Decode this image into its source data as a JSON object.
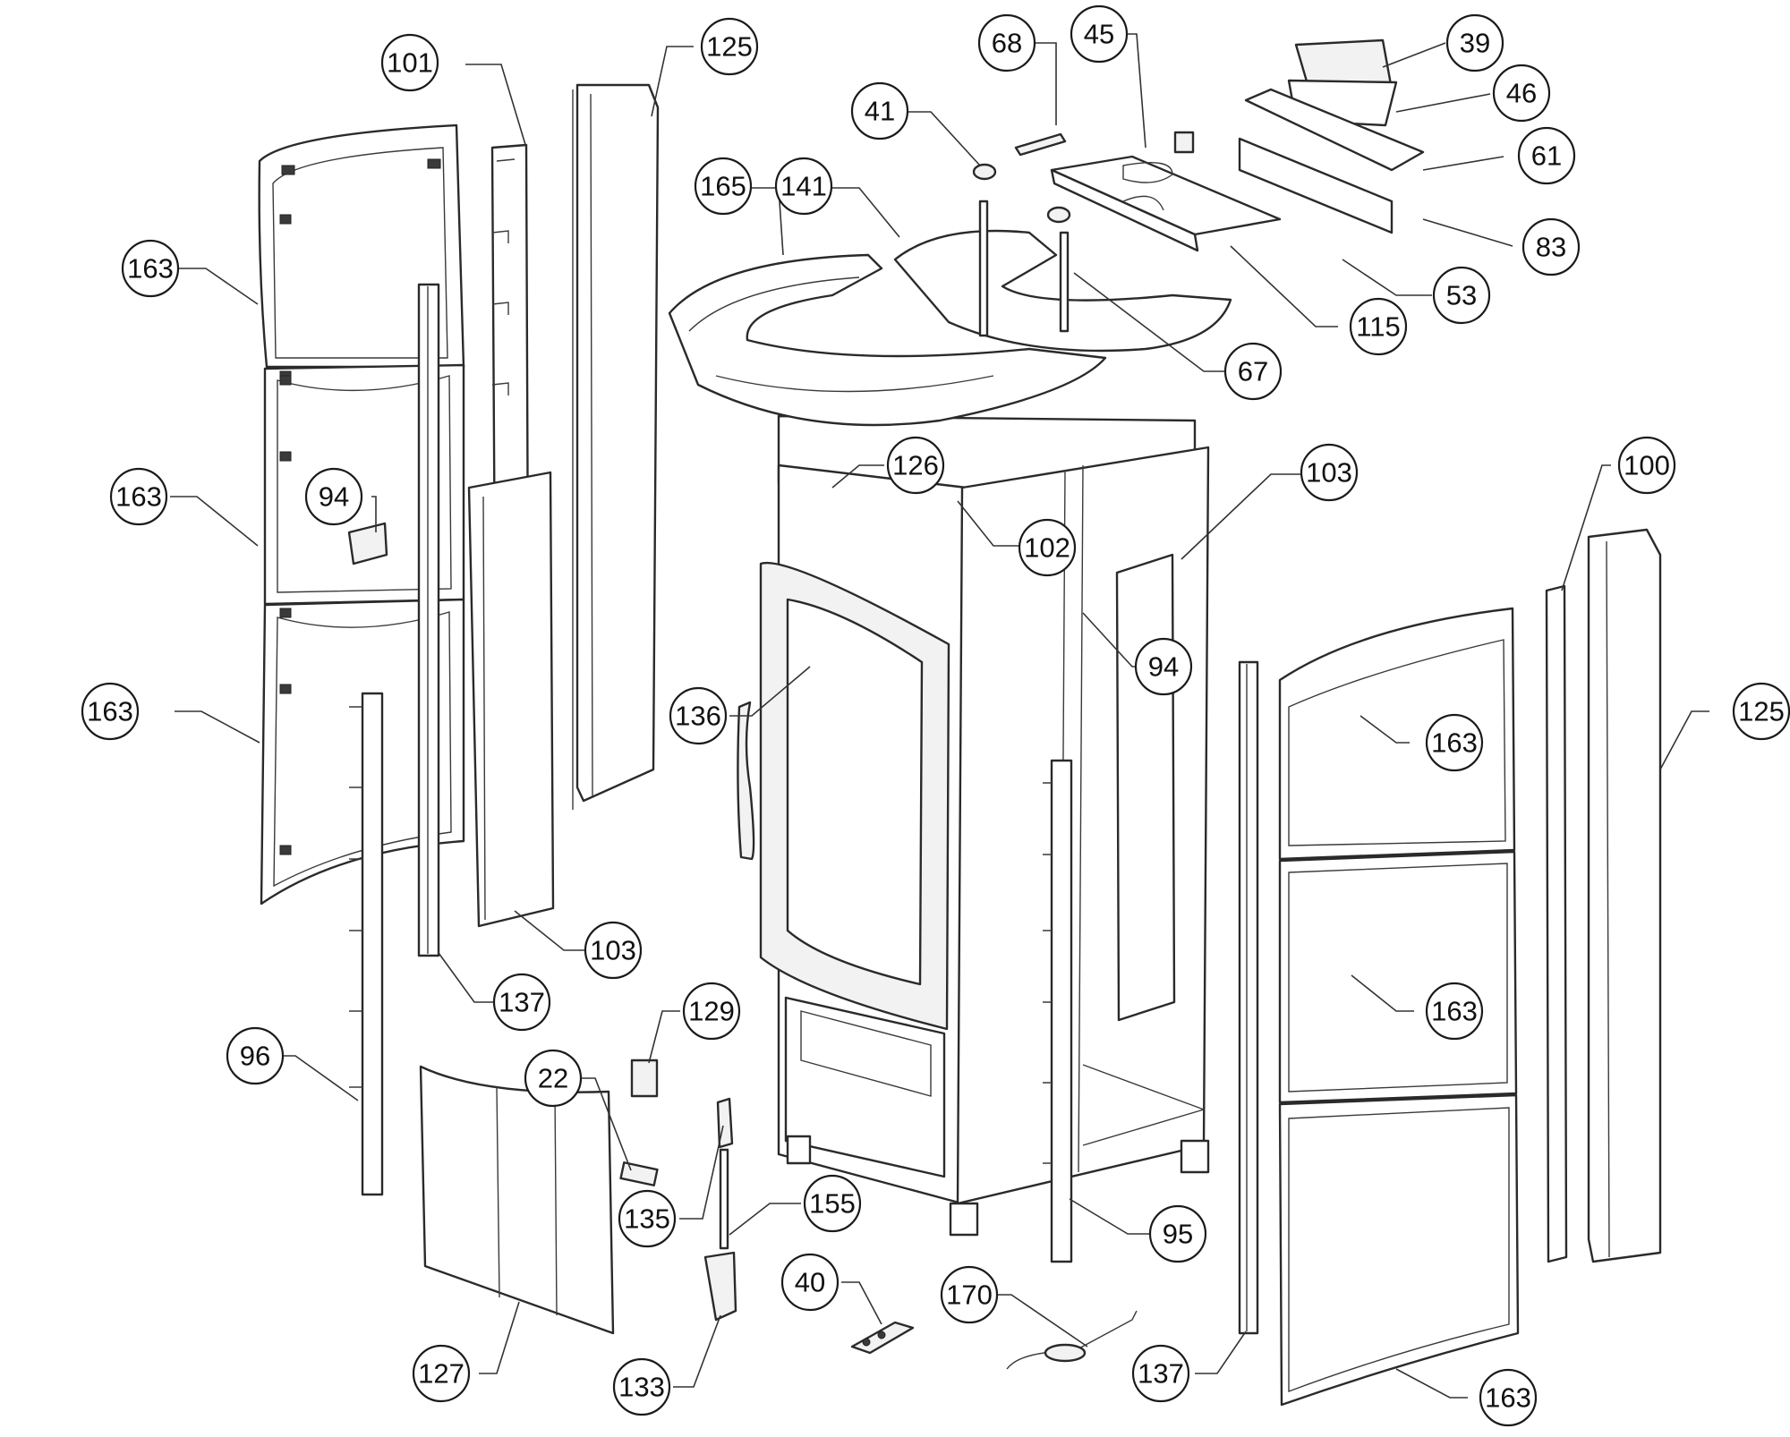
{
  "callouts": [
    {
      "label": "101"
    },
    {
      "label": "125"
    },
    {
      "label": "68"
    },
    {
      "label": "45"
    },
    {
      "label": "39"
    },
    {
      "label": "41"
    },
    {
      "label": "46"
    },
    {
      "label": "165"
    },
    {
      "label": "141"
    },
    {
      "label": "61"
    },
    {
      "label": "163"
    },
    {
      "label": "83"
    },
    {
      "label": "53"
    },
    {
      "label": "115"
    },
    {
      "label": "67"
    },
    {
      "label": "163"
    },
    {
      "label": "94"
    },
    {
      "label": "126"
    },
    {
      "label": "103"
    },
    {
      "label": "100"
    },
    {
      "label": "102"
    },
    {
      "label": "94"
    },
    {
      "label": "163"
    },
    {
      "label": "136"
    },
    {
      "label": "125"
    },
    {
      "label": "163"
    },
    {
      "label": "103"
    },
    {
      "label": "137"
    },
    {
      "label": "163"
    },
    {
      "label": "96"
    },
    {
      "label": "129"
    },
    {
      "label": "22"
    },
    {
      "label": "135"
    },
    {
      "label": "155"
    },
    {
      "label": "95"
    },
    {
      "label": "40"
    },
    {
      "label": "170"
    },
    {
      "label": "127"
    },
    {
      "label": "133"
    },
    {
      "label": "137"
    },
    {
      "label": "163"
    }
  ],
  "colors": {
    "line": "#2a2a2a",
    "background": "#ffffff"
  }
}
